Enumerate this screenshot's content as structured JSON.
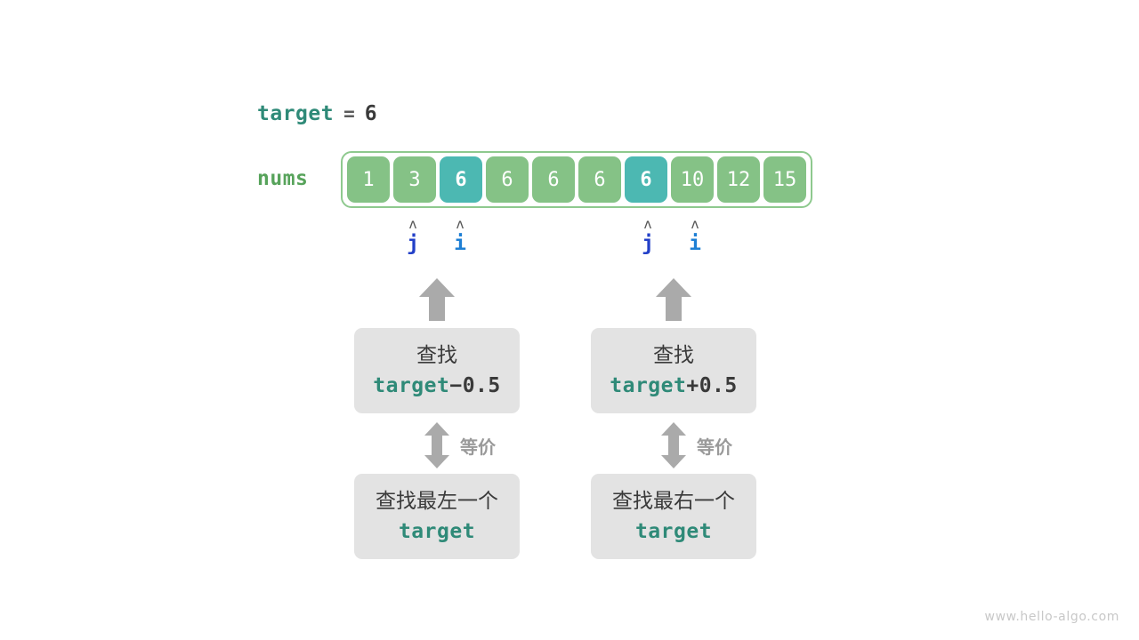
{
  "watermark": "www.hello-algo.com",
  "target_line": {
    "keyword": "target",
    "equals": "=",
    "value": "6"
  },
  "array": {
    "label": "nums",
    "values": [
      "1",
      "3",
      "6",
      "6",
      "6",
      "6",
      "6",
      "10",
      "12",
      "15"
    ],
    "highlighted_indices": [
      2,
      6
    ],
    "cell_color": "#85c286",
    "highlight_color": "#4cb8b2",
    "border_color": "#8ec98e"
  },
  "pointers": [
    {
      "caret": "ʌ",
      "name": "j",
      "index": 1,
      "color": "#2340c8"
    },
    {
      "caret": "ʌ",
      "name": "i",
      "index": 2,
      "color": "#1e7fd4"
    },
    {
      "caret": "ʌ",
      "name": "j",
      "index": 6,
      "color": "#2340c8"
    },
    {
      "caret": "ʌ",
      "name": "i",
      "index": 7,
      "color": "#1e7fd4"
    }
  ],
  "branches": [
    {
      "top_box": {
        "line1": "查找",
        "code_token": "target",
        "code_operator": "−",
        "code_value": "0.5"
      },
      "equiv_label": "等价",
      "bottom_box": {
        "line1": "查找最左一个",
        "code_token": "target"
      }
    },
    {
      "top_box": {
        "line1": "查找",
        "code_token": "target",
        "code_operator": "+",
        "code_value": "0.5"
      },
      "equiv_label": "等价",
      "bottom_box": {
        "line1": "查找最右一个",
        "code_token": "target"
      }
    }
  ]
}
